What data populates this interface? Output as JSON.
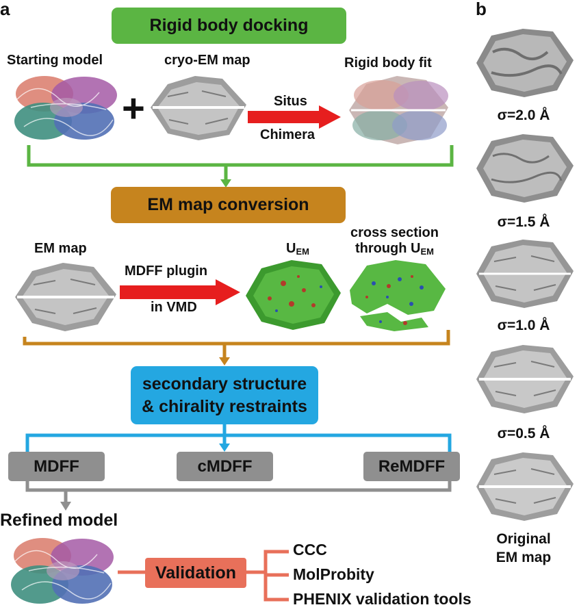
{
  "panel_a": {
    "letter": "a",
    "stage1": {
      "title": "Rigid body docking",
      "starting_model": "Starting model",
      "cryo_map": "cryo-EM map",
      "rigid_fit": "Rigid body fit",
      "plus": "+",
      "arrow_line1": "Situs",
      "arrow_line2": "Chimera"
    },
    "stage2": {
      "title": "EM map conversion",
      "em_map": "EM map",
      "arrow_line1": "MDFF plugin",
      "arrow_line2": "in VMD",
      "uem_main": "U",
      "uem_sub": "EM",
      "cross_line1": "cross section",
      "cross_line2_main": "through U",
      "cross_line2_sub": "EM"
    },
    "stage3": {
      "title_line1": "secondary structure",
      "title_line2": "& chirality restraints"
    },
    "methods": [
      "MDFF",
      "cMDFF",
      "ReMDFF"
    ],
    "refined_model": "Refined model",
    "validation": "Validation",
    "validation_items": [
      "CCC",
      "MolProbity",
      "PHENIX validation tools"
    ]
  },
  "panel_b": {
    "letter": "b",
    "sigma_labels": [
      "σ=2.0 Å",
      "σ=1.5 Å",
      "σ=1.0 Å",
      "σ=0.5 Å"
    ],
    "original_line1": "Original",
    "original_line2": "EM map"
  },
  "colors": {
    "green": "#5bb543",
    "orange": "#c6841e",
    "blue": "#24a7e1",
    "gray": "#8f8f8f",
    "salmon": "#e8705a",
    "red_arrow": "#e61e1e"
  }
}
